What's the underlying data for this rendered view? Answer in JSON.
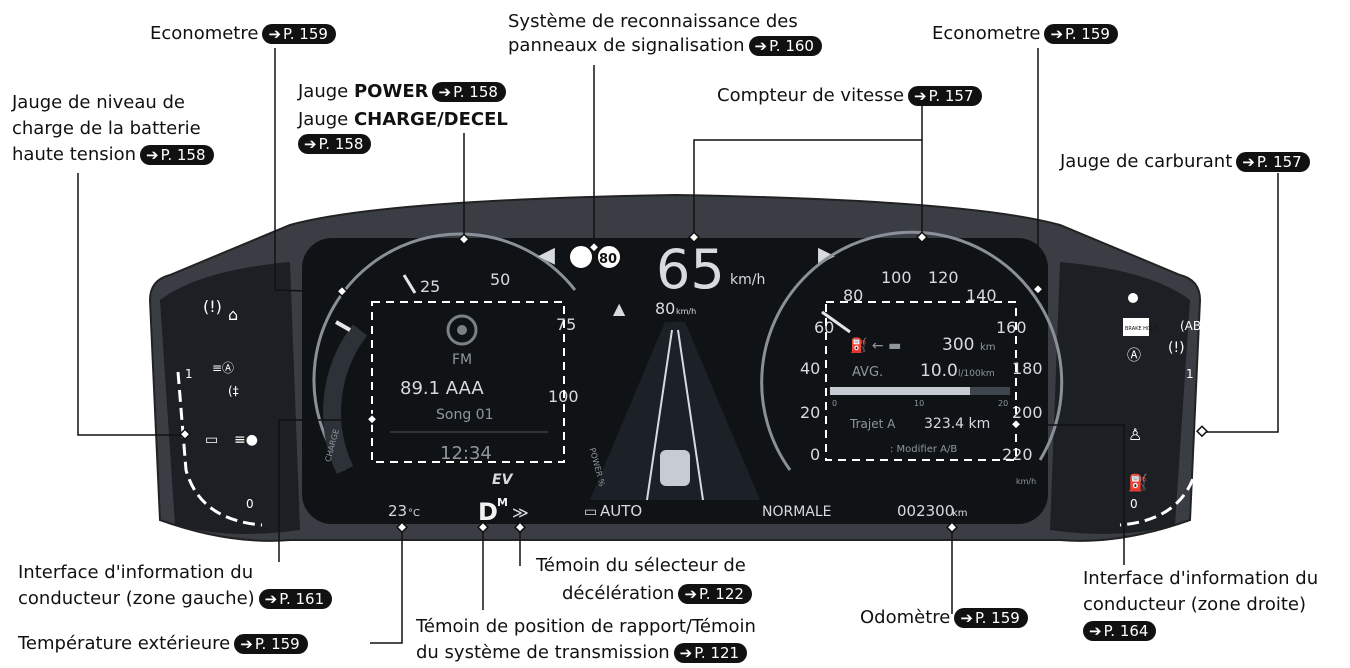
{
  "callouts": {
    "econ_left": {
      "text": "Econometre",
      "ref": "P. 159"
    },
    "econ_right": {
      "text": "Econometre",
      "ref": "P. 159"
    },
    "tsr": {
      "line1": "Système de reconnaissance des",
      "line2": "panneaux de signalisation",
      "ref": "P. 160"
    },
    "power": {
      "prefix": "Jauge ",
      "bold": "POWER",
      "ref": "P. 158"
    },
    "charge": {
      "prefix": "Jauge ",
      "bold": "CHARGE/DECEL",
      "ref": "P. 158"
    },
    "battery": {
      "line1": "Jauge de niveau de",
      "line2": "charge de la batterie",
      "line3": "haute tension",
      "ref": "P. 158"
    },
    "speedo": {
      "text": "Compteur de vitesse",
      "ref": "P. 157"
    },
    "fuel": {
      "text": "Jauge de carburant",
      "ref": "P. 157"
    },
    "dii_left": {
      "line1": "Interface d'information du",
      "line2": "conducteur (zone gauche)",
      "ref": "P. 161"
    },
    "temp": {
      "text": "Température extérieure",
      "ref": "P. 159"
    },
    "gear": {
      "line1": "Témoin de position de rapport/Témoin",
      "line2": "du système de transmission",
      "ref": "P. 121"
    },
    "decel": {
      "line1": "Témoin du sélecteur de",
      "line2": "décélération",
      "ref": "P. 122"
    },
    "odo": {
      "text": "Odomètre",
      "ref": "P. 159"
    },
    "dii_right": {
      "line1": "Interface d'information du",
      "line2": "conducteur (zone droite)",
      "ref": "P. 164"
    }
  },
  "cluster": {
    "speed_value": "65",
    "speed_unit": "km/h",
    "speed_limit": "80",
    "acc_speed": "80",
    "acc_unit": "km/h",
    "power_ticks": [
      "25",
      "50",
      "75",
      "100"
    ],
    "charge_label": "CHARGE",
    "power_label": "POWER %",
    "speedo_ticks": [
      "0",
      "20",
      "40",
      "60",
      "80",
      "100",
      "120",
      "140",
      "160",
      "180",
      "200",
      "220"
    ],
    "speedo_unit": "km/h",
    "audio_source": "FM",
    "audio_station": "89.1 AAA",
    "audio_song": "Song 01",
    "clock": "12:34",
    "ev_label": "EV",
    "range_value": "300",
    "range_unit": "km",
    "avg_label": "AVG.",
    "avg_value": "10.0",
    "avg_unit": "l/100km",
    "bar_ticks": [
      "0",
      "10",
      "20"
    ],
    "trip_label": "Trajet A",
    "trip_value": "323.4 km",
    "trip_hint": ": Modifier A/B",
    "temperature": "23",
    "temperature_unit": "°C",
    "gear": "D",
    "gear_mode": "M",
    "headlight_mode": "AUTO",
    "drive_mode": "NORMALE",
    "odometer": "002300",
    "odometer_unit": "km",
    "fuel_full": "1",
    "fuel_empty": "0",
    "batt_full": "1",
    "batt_empty": "0",
    "brake_hold": "BRAKE HOLD"
  },
  "colors": {
    "dash_outer": "#3b3f45",
    "dash_inner": "#0e1114",
    "text_light": "#d7dbe0",
    "accent_red": "#e0e0e0"
  }
}
